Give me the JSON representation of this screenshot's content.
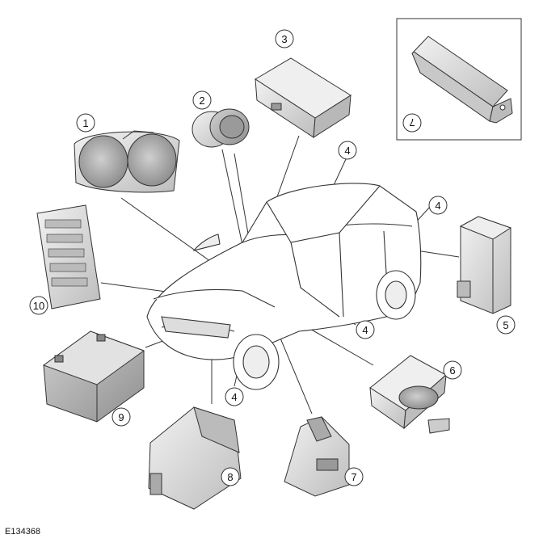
{
  "figure_id": "E134368",
  "inset_callout": "7",
  "callouts": [
    "1",
    "2",
    "3",
    "4",
    "4",
    "4",
    "4",
    "5",
    "6",
    "7",
    "8",
    "9",
    "10"
  ],
  "colors": {
    "line": "#333333",
    "part_fill": "#d9d9d9",
    "part_dark": "#a9a9a9",
    "part_light": "#efefef"
  }
}
